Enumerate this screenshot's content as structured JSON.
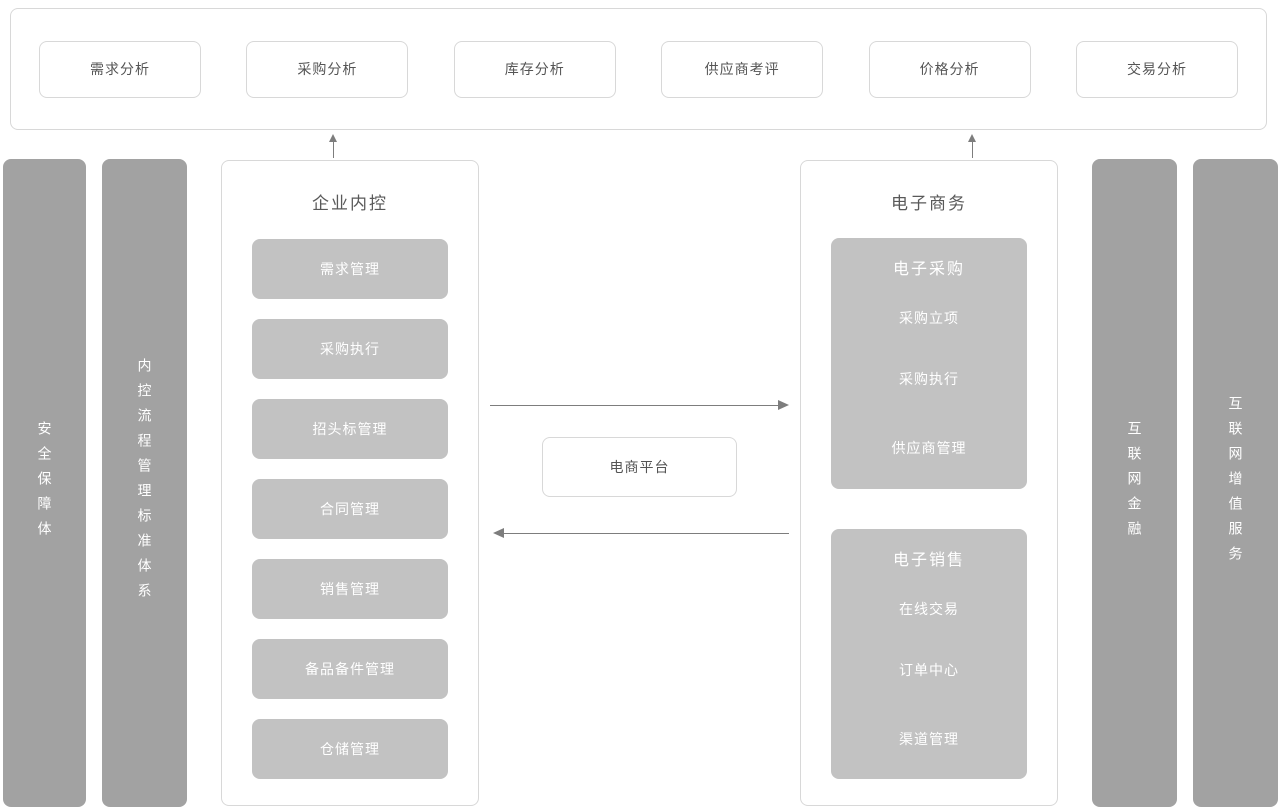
{
  "colors": {
    "pillar_bg": "#a2a2a2",
    "item_bg": "#c2c2c2",
    "panel_border": "#d8d8d8",
    "dark_text": "#555555",
    "light_text": "#ffffff",
    "arrow": "#7d7d7d"
  },
  "top_panel": {
    "items": [
      "需求分析",
      "采购分析",
      "库存分析",
      "供应商考评",
      "价格分析",
      "交易分析"
    ]
  },
  "left_pillars": [
    {
      "label": "安全保障体"
    },
    {
      "label": "内控流程管理标准体系"
    }
  ],
  "internal_control": {
    "title": "企业内控",
    "items": [
      "需求管理",
      "采购执行",
      "招头标管理",
      "合同管理",
      "销售管理",
      "备品备件管理",
      "仓储管理"
    ]
  },
  "platform": {
    "label": "电商平台"
  },
  "ecommerce": {
    "title": "电子商务",
    "groups": [
      {
        "title": "电子采购",
        "items": [
          "采购立项",
          "采购执行",
          "供应商管理"
        ]
      },
      {
        "title": "电子销售",
        "items": [
          "在线交易",
          "订单中心",
          "渠道管理"
        ]
      }
    ]
  },
  "right_pillars": [
    {
      "label": "互联网金融"
    },
    {
      "label": "互联网增值服务"
    }
  ]
}
